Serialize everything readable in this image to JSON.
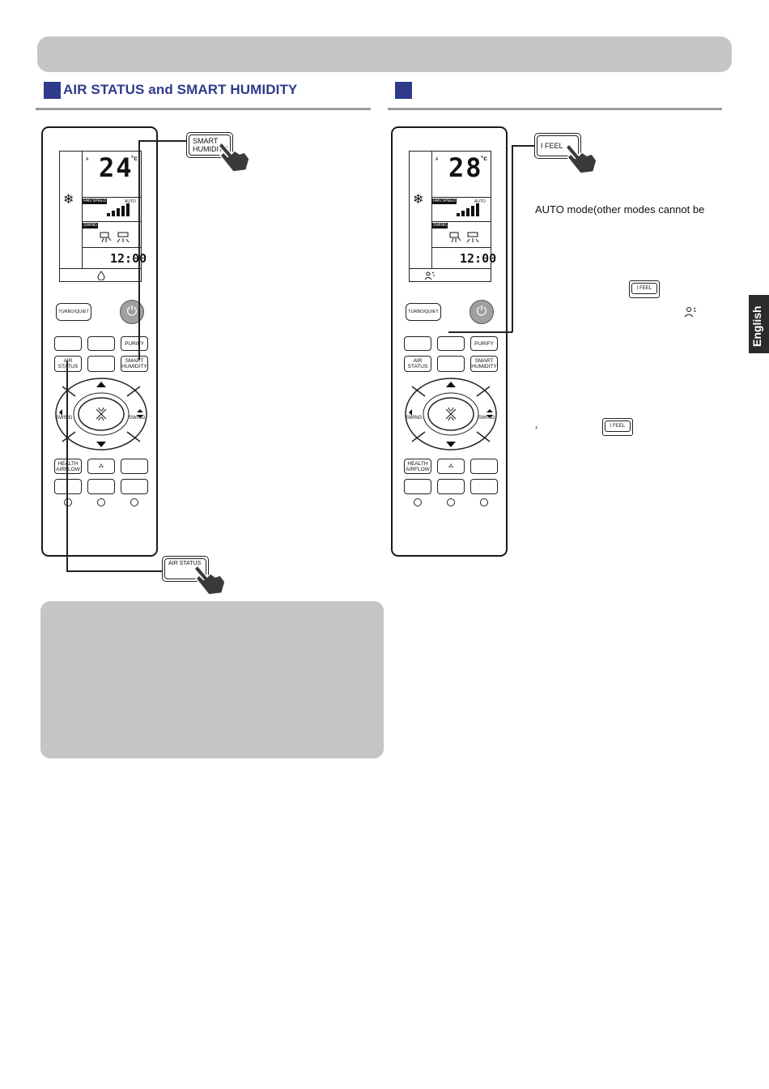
{
  "left_section": {
    "title": "AIR STATUS and SMART HUMIDITY"
  },
  "right_section": {
    "title": "",
    "instruction_text": "AUTO mode(other modes cannot be",
    "bullet_mark": "›"
  },
  "side_tab": {
    "label": "English"
  },
  "left_remote": {
    "temperature": "24",
    "unit": "°c",
    "clock": "12:00",
    "lcd_a": "A",
    "fan_speed_label": "FAN SPEED",
    "auto_label": "AUTO",
    "swing_label": "SWING",
    "turbo_label": "TURBO/QUIET",
    "purify_label": "PURIFY",
    "air_status_label": "AIR STATUS",
    "smart_humidity_label": "SMART HUMIDITY",
    "swing_left_label": "SWING",
    "swing_right_label": "SWING",
    "health_airflow_label": "HEALTH AIRFLOW"
  },
  "right_remote": {
    "temperature": "28",
    "unit": "°c",
    "clock": "12:00",
    "lcd_a": "A",
    "fan_speed_label": "FAN SPEED",
    "auto_label": "AUTO",
    "swing_label": "SWING",
    "turbo_label": "TURBO/QUIET",
    "purify_label": "PURIFY",
    "air_status_label": "AIR STATUS",
    "smart_humidity_label": "SMART HUMIDITY",
    "swing_left_label": "SWING",
    "swing_right_label": "SWING",
    "health_airflow_label": "HEALTH AIRFLOW"
  },
  "callouts": {
    "smart_humidity": "SMART HUMIDITY",
    "air_status": "AIR STATUS",
    "i_feel": "I FEEL",
    "i_feel_mini_1": "I FEEL",
    "i_feel_mini_2": "I FEEL"
  }
}
